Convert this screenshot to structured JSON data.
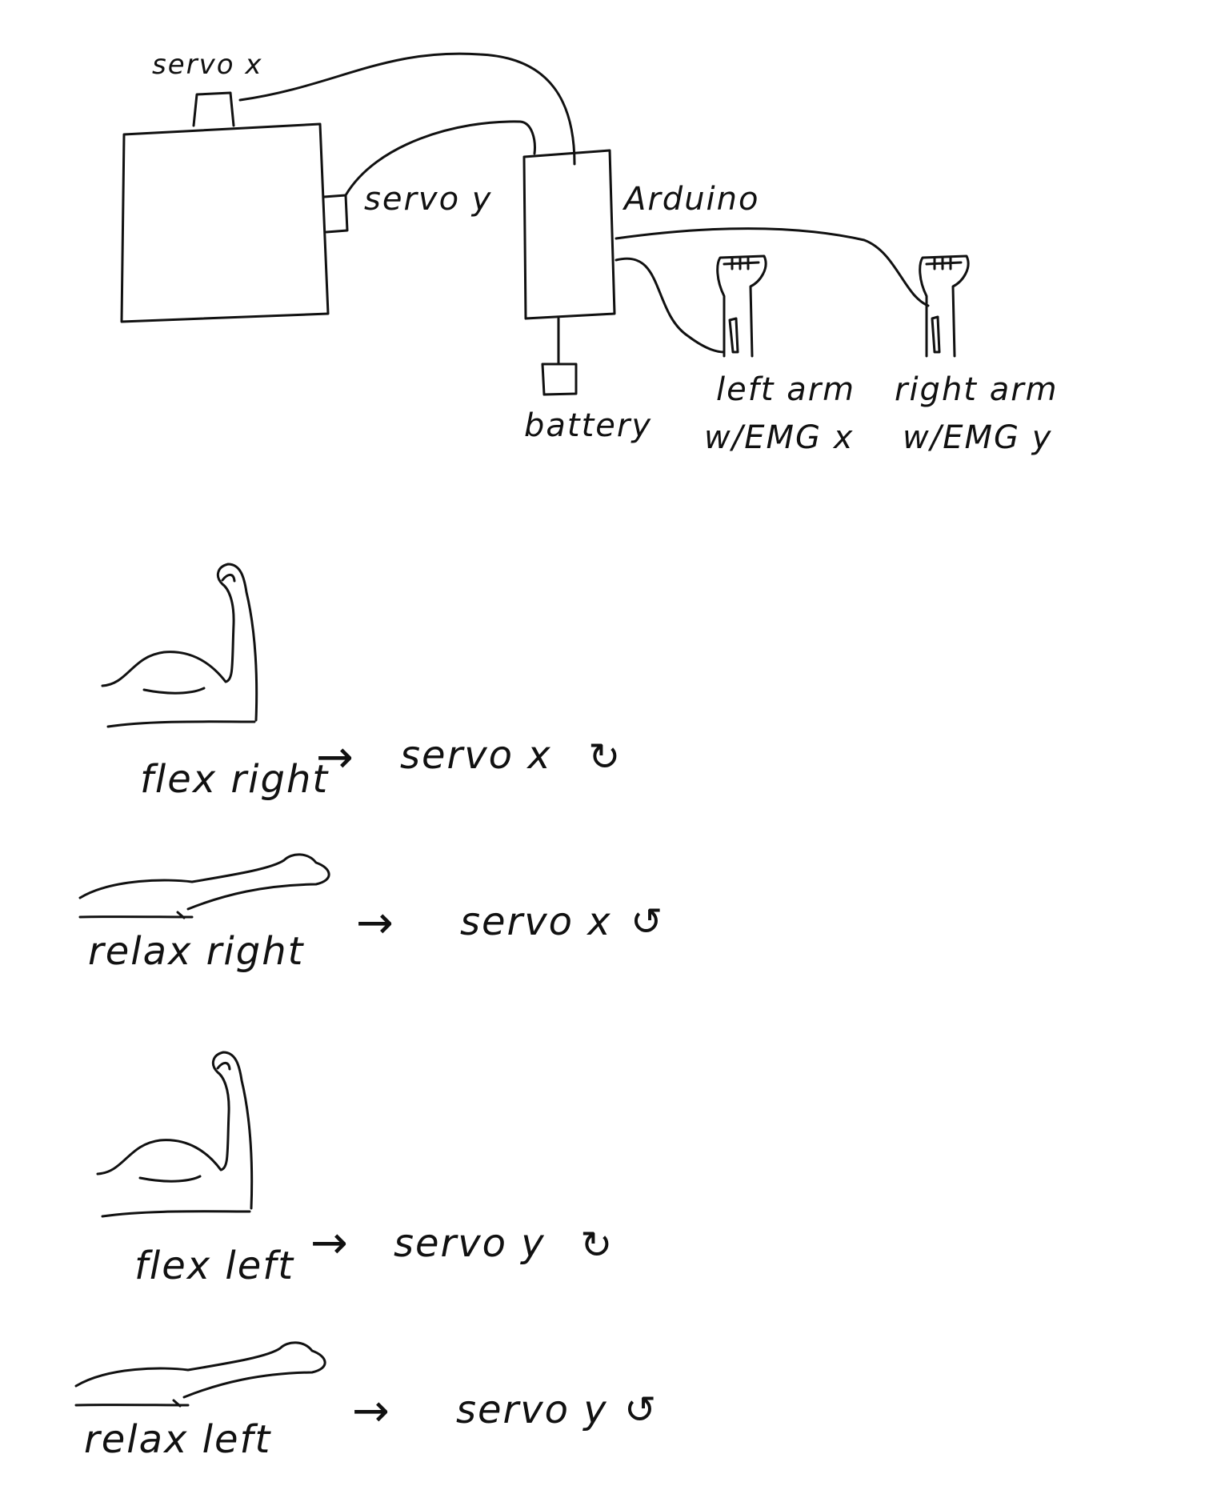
{
  "wiring": {
    "servo_x_label": "servo x",
    "servo_y_label": "servo y",
    "arduino_label": "Arduino",
    "battery_label": "battery",
    "left_arm_label": "left arm",
    "left_arm_sub": "w/EMG x",
    "right_arm_label": "right arm",
    "right_arm_sub": "w/EMG y"
  },
  "mappings": [
    {
      "gesture": "flex right",
      "target": "servo x",
      "direction_symbol": "↻"
    },
    {
      "gesture": "relax right",
      "target": "servo x",
      "direction_symbol": "↺"
    },
    {
      "gesture": "flex left",
      "target": "servo y",
      "direction_symbol": "↻"
    },
    {
      "gesture": "relax left",
      "target": "servo y",
      "direction_symbol": "↺"
    }
  ],
  "arrow_symbol": "→"
}
